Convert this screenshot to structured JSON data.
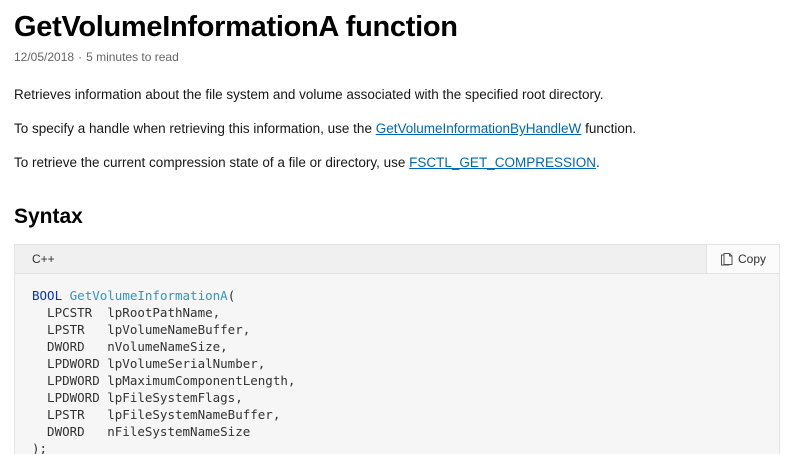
{
  "header": {
    "title": "GetVolumeInformationA function",
    "date": "12/05/2018",
    "separator": "·",
    "read_time": "5 minutes to read"
  },
  "paragraphs": {
    "p1": "Retrieves information about the file system and volume associated with the specified root directory.",
    "p2_before": "To specify a handle when retrieving this information, use the ",
    "p2_link": "GetVolumeInformationByHandleW",
    "p2_after": " function.",
    "p3_before": "To retrieve the current compression state of a file or directory, use ",
    "p3_link": "FSCTL_GET_COMPRESSION",
    "p3_after": "."
  },
  "syntax": {
    "heading": "Syntax"
  },
  "code": {
    "language_label": "C++",
    "copy_label": "Copy",
    "lines": [
      [
        {
          "text": "BOOL ",
          "type": "keyword"
        },
        {
          "text": "GetVolumeInformationA",
          "type": "function"
        },
        {
          "text": "(",
          "type": "plain"
        }
      ],
      [
        {
          "text": "  LPCSTR  lpRootPathName,",
          "type": "plain"
        }
      ],
      [
        {
          "text": "  LPSTR   lpVolumeNameBuffer,",
          "type": "plain"
        }
      ],
      [
        {
          "text": "  DWORD   nVolumeNameSize,",
          "type": "plain"
        }
      ],
      [
        {
          "text": "  LPDWORD lpVolumeSerialNumber,",
          "type": "plain"
        }
      ],
      [
        {
          "text": "  LPDWORD lpMaximumComponentLength,",
          "type": "plain"
        }
      ],
      [
        {
          "text": "  LPDWORD lpFileSystemFlags,",
          "type": "plain"
        }
      ],
      [
        {
          "text": "  LPSTR   lpFileSystemNameBuffer,",
          "type": "plain"
        }
      ],
      [
        {
          "text": "  DWORD   nFileSystemNameSize",
          "type": "plain"
        }
      ],
      [
        {
          "text": ");",
          "type": "plain"
        }
      ]
    ]
  },
  "colors": {
    "link": "#0067b8",
    "keyword": "#0033cc",
    "function_name": "#2f95c5",
    "code_background": "#f6f6f6",
    "header_background": "#f0f0f0",
    "border": "#e3e3e3",
    "meta_text": "#666666",
    "body_text": "#171717"
  }
}
